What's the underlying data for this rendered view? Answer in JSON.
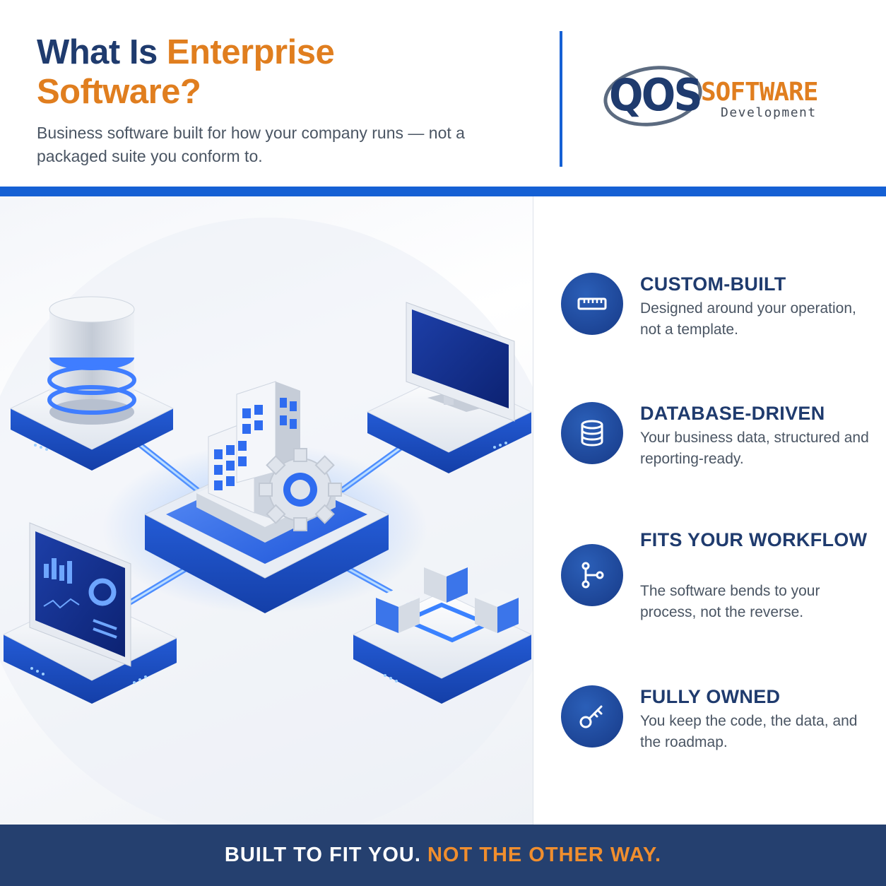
{
  "header": {
    "title_part1": "What Is ",
    "title_part2": "Enterprise",
    "title_part3": "Software?",
    "subtitle": "Business software built for how your company runs — not a packaged suite you conform to."
  },
  "logo": {
    "brand": "QOS",
    "software": "SOFTWARE",
    "development": "Development"
  },
  "features": [
    {
      "icon": "ruler-icon",
      "title": "CUSTOM-BUILT",
      "desc": "Designed around your operation, not a template."
    },
    {
      "icon": "database-icon",
      "title": "DATABASE-DRIVEN",
      "desc": "Your business data, structured and reporting-ready."
    },
    {
      "icon": "workflow-branch-icon",
      "title": "FITS YOUR WORKFLOW",
      "desc": "The software bends to your process, not the reverse."
    },
    {
      "icon": "key-icon",
      "title": "FULLY OWNED",
      "desc": "You keep the code, the data, and the roadmap."
    }
  ],
  "footer": {
    "part1": "BUILT TO FIT YOU. ",
    "part2": "NOT THE OTHER WAY."
  },
  "colors": {
    "navy": "#1f3b6e",
    "orange": "#e07e1f",
    "blue": "#1560d4",
    "footer_bg": "#25406f"
  }
}
